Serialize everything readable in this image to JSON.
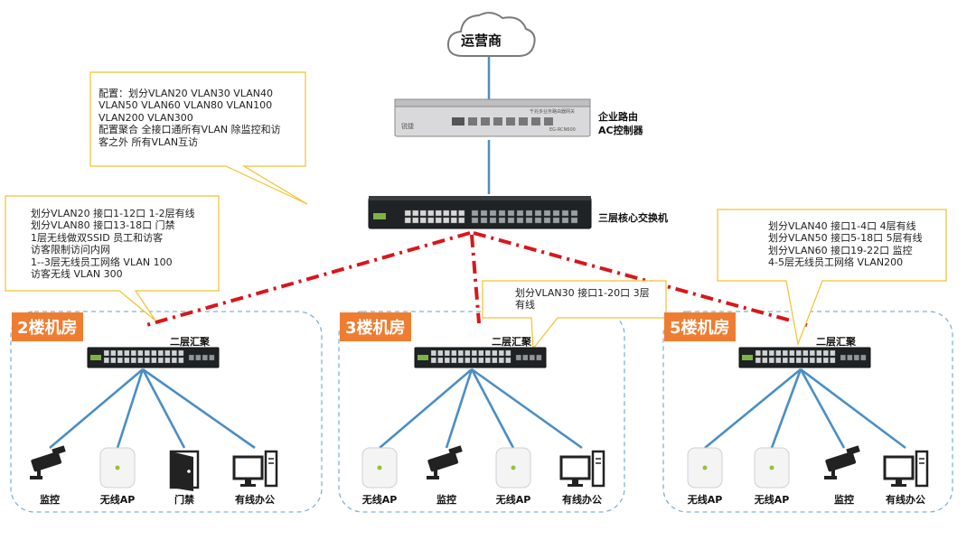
{
  "cloud": {
    "label": "运营商"
  },
  "router": {
    "label_line1": "企业路由",
    "label_line2": "AC控制器",
    "brand": "锐捷",
    "model": "EG-RCN600",
    "front_text": "千兆多业务路由器网关"
  },
  "core_switch": {
    "label": "三层核心交换机"
  },
  "callouts": {
    "router_config": "配置：划分VLAN20   VLAN30   VLAN40\nVLAN50   VLAN60   VLAN80 VLAN100\nVLAN200  VLAN300\n配置聚合  全接口通所有VLAN  除监控和访\n客之外 所有VLAN互访",
    "floor2_config": "划分VLAN20  接口1-12口  1-2层有线\n划分VLAN80  接口13-18口 门禁\n1层无线做双SSID    员工和访客\n访客限制访问内网\n1--3层无线员工网络 VLAN 100\n访客无线  VLAN 300",
    "floor3_config": "划分VLAN30   接口1-20口   3层\n有线",
    "floor5_config": "划分VLAN40   接口1-4口   4层有线\n划分VLAN50   接口5-18口  5层有线\n划分VLAN60   接口19-22口 监控\n4-5层无线员工网络  VLAN200"
  },
  "rooms": [
    {
      "tag": "2楼机房",
      "switch_label": "二层汇聚",
      "devices": [
        "监控",
        "无线AP",
        "门禁",
        "有线办公"
      ],
      "icons": [
        "camera-icon",
        "wireless-ap-icon",
        "door-icon",
        "desktop-computer-icon"
      ]
    },
    {
      "tag": "3楼机房",
      "switch_label": "二层汇聚",
      "devices": [
        "无线AP",
        "监控",
        "无线AP",
        "有线办公"
      ],
      "icons": [
        "wireless-ap-icon",
        "camera-icon",
        "wireless-ap-icon",
        "desktop-computer-icon"
      ]
    },
    {
      "tag": "5楼机房",
      "switch_label": "二层汇聚",
      "devices": [
        "无线AP",
        "无线AP",
        "监控",
        "有线办公"
      ],
      "icons": [
        "wireless-ap-icon",
        "wireless-ap-icon",
        "camera-icon",
        "desktop-computer-icon"
      ]
    }
  ],
  "colors": {
    "link_blue": "#4a8ec5",
    "uplink_red": "#d9161c",
    "callout_border": "#f2c230",
    "room_tag": "#ef7d31",
    "room_border": "#7fb3d5"
  }
}
